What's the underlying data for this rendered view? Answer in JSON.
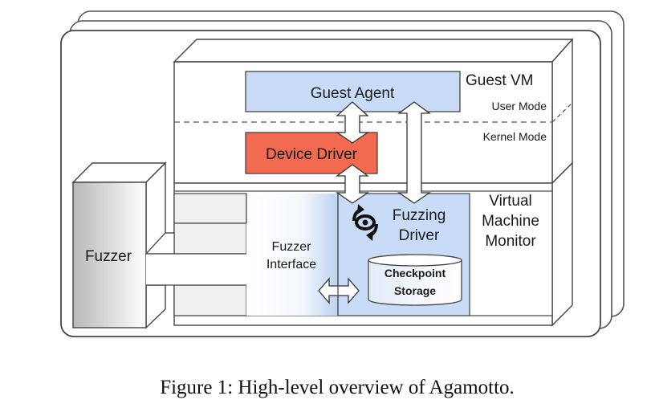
{
  "diagram": {
    "guest_vm": {
      "title": "Guest VM",
      "user_mode": "User Mode",
      "kernel_mode": "Kernel Mode"
    },
    "guest_agent": {
      "label": "Guest Agent",
      "color": "#c9dcf7"
    },
    "device_driver": {
      "label": "Device Driver",
      "color": "#f26a4f"
    },
    "vmm": {
      "title_line1": "Virtual",
      "title_line2": "Machine",
      "title_line3": "Monitor"
    },
    "fuzzing_driver": {
      "line1": "Fuzzing",
      "line2": "Driver",
      "color": "#c9dcf7"
    },
    "checkpoint_storage": {
      "line1": "Checkpoint",
      "line2": "Storage"
    },
    "fuzzer_interface": {
      "line1": "Fuzzer",
      "line2": "Interface"
    },
    "fuzzer": {
      "label": "Fuzzer"
    },
    "icons": {
      "fuzzing_driver_icon": "eye-rotate-icon"
    }
  },
  "caption": "Figure 1: High-level overview of Agamotto."
}
